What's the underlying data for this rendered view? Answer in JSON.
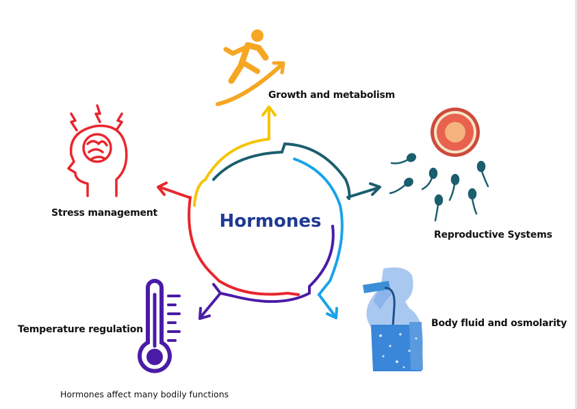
{
  "diagram": {
    "center_label": "Hormones",
    "caption": "Hormones affect many bodily functions",
    "functions": [
      {
        "label": "Growth and metabolism",
        "icon": "running-person-icon",
        "color": "#f5a623"
      },
      {
        "label": "Reproductive Systems",
        "icon": "egg-and-sperm-icon",
        "color": "#1b5e6e"
      },
      {
        "label": "Body fluid and osmolarity",
        "icon": "person-drinking-icon",
        "color": "#3b8fd6"
      },
      {
        "label": "Temperature regulation",
        "icon": "thermometer-icon",
        "color": "#4a1ca6"
      },
      {
        "label": "Stress management",
        "icon": "stressed-brain-head-icon",
        "color": "#e8262c"
      }
    ],
    "ring_colors": [
      "#f6c400",
      "#1b5e6e",
      "#1aa3e8",
      "#4a1ca6",
      "#e8262c"
    ]
  }
}
